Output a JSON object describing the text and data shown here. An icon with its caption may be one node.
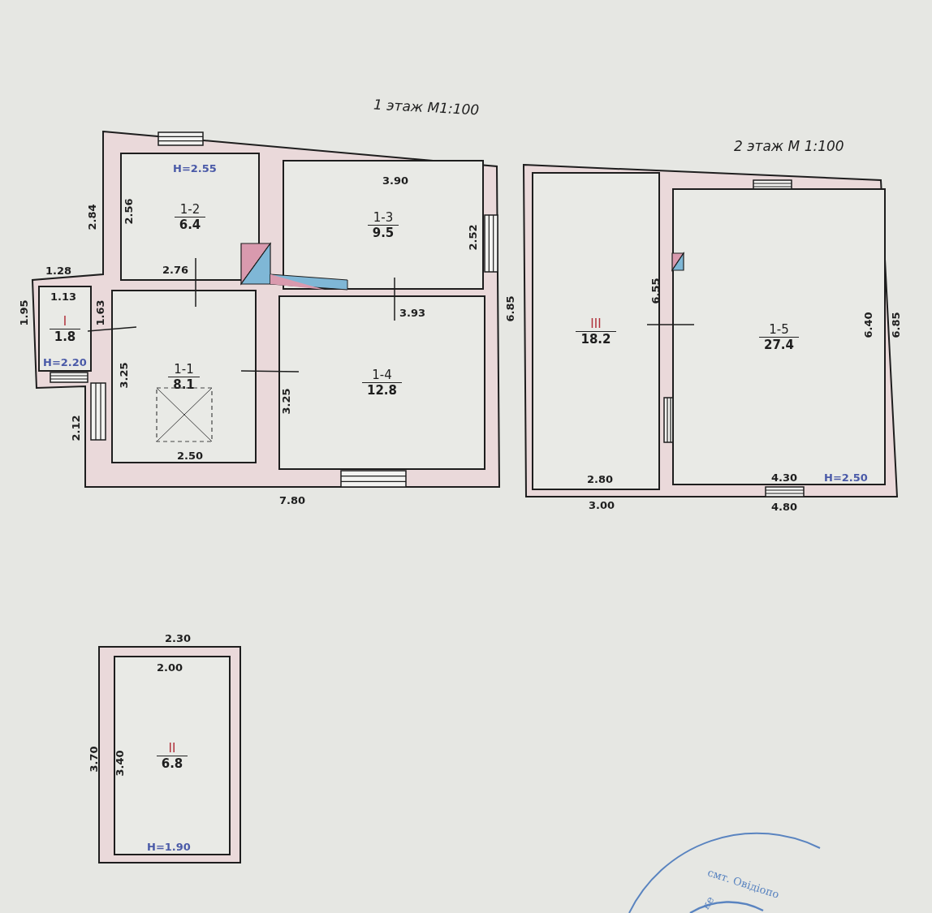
{
  "diagram": {
    "nodes": [
      {
        "text": [
          "1-2",
          "6.4"
        ]
      },
      {
        "text": [
          "1-3",
          "9.5"
        ]
      },
      {
        "text": [
          "I",
          "1.8"
        ]
      },
      {
        "text": [
          "1-1",
          "8.1"
        ]
      },
      {
        "text": [
          "1-4",
          "12.8"
        ]
      },
      {
        "text": [
          "III",
          "18.2"
        ]
      },
      {
        "text": [
          "1-5",
          "27.4"
        ]
      },
      {
        "text": [
          "II",
          "6.8"
        ]
      }
    ],
    "labels": [
      "1 этаж М1:100",
      "2 этаж М 1:100",
      "H=2.55",
      "3.90",
      "2.84",
      "2.56",
      "2.52",
      "1.28",
      "2.76",
      "1.13",
      "6.85",
      "3.93",
      "6.55",
      "1.95",
      "1.63",
      "6.40",
      "6.85",
      "H=2.20",
      "3.25",
      "3.25",
      "2.12",
      "2.50",
      "2.80",
      "4.30",
      "H=2.50",
      "7.80",
      "3.00",
      "4.80",
      "2.30",
      "2.00",
      "3.70",
      "3.40",
      "H=1.90",
      "смт. Овідіопо",
      "ке"
    ]
  }
}
